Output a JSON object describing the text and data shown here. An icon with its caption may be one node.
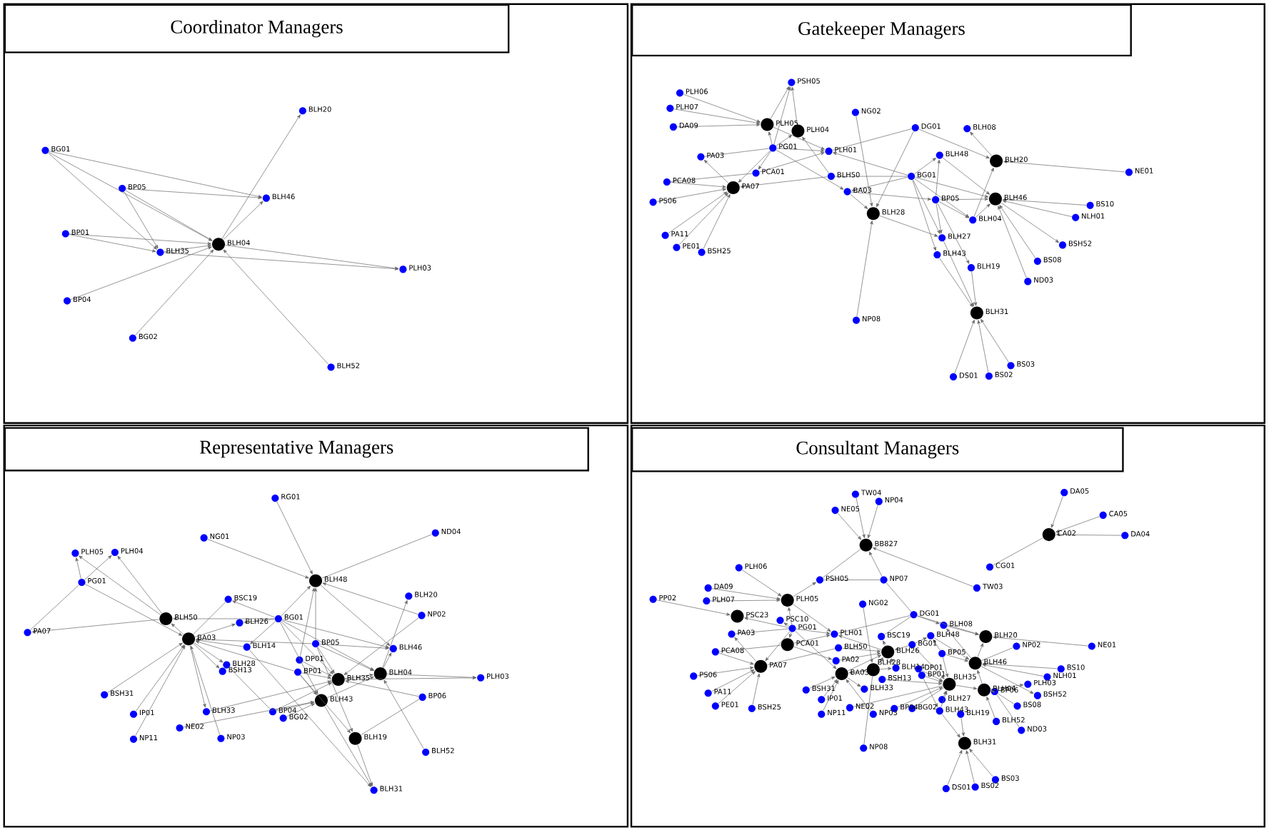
{
  "diagram": {
    "nodes": [
      {
        "text": [
          "Coordinator Managers"
        ]
      },
      {
        "text": [],
        "shape": "circle",
        "beside": [
          "BG01"
        ],
        "in": 0
      },
      {
        "text": [],
        "shape": "circle",
        "beside": [
          "BP05"
        ],
        "in": 0
      },
      {
        "text": [],
        "shape": "circle",
        "beside": [
          "BP01"
        ],
        "in": 0
      },
      {
        "text": [],
        "shape": "circle",
        "beside": [
          "BLH35"
        ],
        "in": 0
      },
      {
        "text": [],
        "shape": "circle",
        "beside": [
          "BLH04"
        ],
        "in": 0
      },
      {
        "text": [],
        "shape": "circle",
        "beside": [
          "BLH20"
        ],
        "in": 0
      },
      {
        "text": [],
        "shape": "circle",
        "beside": [
          "BLH46"
        ],
        "in": 0
      },
      {
        "text": [],
        "shape": "circle",
        "beside": [
          "PLH03"
        ],
        "in": 0
      },
      {
        "text": [],
        "shape": "circle",
        "beside": [
          "BP04"
        ],
        "in": 0
      },
      {
        "text": [],
        "shape": "circle",
        "beside": [
          "BG02"
        ],
        "in": 0
      },
      {
        "text": [],
        "shape": "circle",
        "beside": [
          "BLH52"
        ],
        "in": 0
      },
      {
        "text": [
          "Gatekeeper Managers"
        ]
      },
      {
        "text": [],
        "shape": "circle",
        "beside": [
          "PSH05"
        ],
        "in": 12
      },
      {
        "text": [],
        "shape": "circle",
        "beside": [
          "PLH06"
        ],
        "in": 12
      },
      {
        "text": [],
        "shape": "circle",
        "beside": [
          "PLH07"
        ],
        "in": 12
      },
      {
        "text": [],
        "shape": "circle",
        "beside": [
          "DA09"
        ],
        "in": 12
      },
      {
        "text": [],
        "shape": "circle",
        "beside": [
          "PLH05"
        ],
        "in": 12
      },
      {
        "text": [],
        "shape": "circle",
        "beside": [
          "PLH04"
        ],
        "in": 12
      },
      {
        "text": [],
        "shape": "circle",
        "beside": [
          "PG01"
        ],
        "in": 12
      },
      {
        "text": [],
        "shape": "circle",
        "beside": [
          "PLH01"
        ],
        "in": 12
      },
      {
        "text": [],
        "shape": "circle",
        "beside": [
          "PA03"
        ],
        "in": 12
      },
      {
        "text": [],
        "shape": "circle",
        "beside": [
          "PCA01"
        ],
        "in": 12
      },
      {
        "text": [],
        "shape": "circle",
        "beside": [
          "PCA08"
        ],
        "in": 12
      },
      {
        "text": [],
        "shape": "circle",
        "beside": [
          "PA07"
        ],
        "in": 12
      },
      {
        "text": [],
        "shape": "circle",
        "beside": [
          "PS06"
        ],
        "in": 12
      },
      {
        "text": [],
        "shape": "circle",
        "beside": [
          "PA11"
        ],
        "in": 12
      },
      {
        "text": [],
        "shape": "circle",
        "beside": [
          "PE01"
        ],
        "in": 12
      },
      {
        "text": [],
        "shape": "circle",
        "beside": [
          "BSH25"
        ],
        "in": 12
      },
      {
        "text": [],
        "shape": "circle",
        "beside": [
          "NG02"
        ],
        "in": 12
      },
      {
        "text": [],
        "shape": "circle",
        "beside": [
          "DG01"
        ],
        "in": 12
      },
      {
        "text": [],
        "shape": "circle",
        "beside": [
          "BLH08"
        ],
        "in": 12
      },
      {
        "text": [],
        "shape": "circle",
        "beside": [
          "BLH20"
        ],
        "in": 12
      },
      {
        "text": [],
        "shape": "circle",
        "beside": [
          "NE01"
        ],
        "in": 12
      },
      {
        "text": [],
        "shape": "circle",
        "beside": [
          "BLH48"
        ],
        "in": 12
      },
      {
        "text": [],
        "shape": "circle",
        "beside": [
          "BLH50"
        ],
        "in": 12
      },
      {
        "text": [],
        "shape": "circle",
        "beside": [
          "BG01"
        ],
        "in": 12
      },
      {
        "text": [],
        "shape": "circle",
        "beside": [
          "BA03"
        ],
        "in": 12
      },
      {
        "text": [],
        "shape": "circle",
        "beside": [
          "BP05"
        ],
        "in": 12
      },
      {
        "text": [],
        "shape": "circle",
        "beside": [
          "BLH46"
        ],
        "in": 12
      },
      {
        "text": [],
        "shape": "circle",
        "beside": [
          "BLH04"
        ],
        "in": 12
      },
      {
        "text": [],
        "shape": "circle",
        "beside": [
          "BS10"
        ],
        "in": 12
      },
      {
        "text": [],
        "shape": "circle",
        "beside": [
          "NLH01"
        ],
        "in": 12
      },
      {
        "text": [],
        "shape": "circle",
        "beside": [
          "BLH28"
        ],
        "in": 12
      },
      {
        "text": [],
        "shape": "circle",
        "beside": [
          "BLH27"
        ],
        "in": 12
      },
      {
        "text": [],
        "shape": "circle",
        "beside": [
          "BSH52"
        ],
        "in": 12
      },
      {
        "text": [],
        "shape": "circle",
        "beside": [
          "BLH43"
        ],
        "in": 12
      },
      {
        "text": [],
        "shape": "circle",
        "beside": [
          "BLH19"
        ],
        "in": 12
      },
      {
        "text": [],
        "shape": "circle",
        "beside": [
          "BS08"
        ],
        "in": 12
      },
      {
        "text": [],
        "shape": "circle",
        "beside": [
          "ND03"
        ],
        "in": 12
      },
      {
        "text": [],
        "shape": "circle",
        "beside": [
          "NP08"
        ],
        "in": 12
      },
      {
        "text": [],
        "shape": "circle",
        "beside": [
          "BLH31"
        ],
        "in": 12
      },
      {
        "text": [],
        "shape": "circle",
        "beside": [
          "DS01"
        ],
        "in": 12
      },
      {
        "text": [],
        "shape": "circle",
        "beside": [
          "BS02"
        ],
        "in": 12
      },
      {
        "text": [],
        "shape": "circle",
        "beside": [
          "BS03"
        ],
        "in": 12
      },
      {
        "text": [
          "Representative Managers"
        ]
      },
      {
        "text": [],
        "shape": "circle",
        "beside": [
          "RG01"
        ],
        "in": 55
      },
      {
        "text": [],
        "shape": "circle",
        "beside": [
          "NG01"
        ],
        "in": 55
      },
      {
        "text": [],
        "shape": "circle",
        "beside": [
          "ND04"
        ],
        "in": 55
      },
      {
        "text": [],
        "shape": "circle",
        "beside": [
          "PLH05"
        ],
        "in": 55
      },
      {
        "text": [],
        "shape": "circle",
        "beside": [
          "PLH04"
        ],
        "in": 55
      },
      {
        "text": [],
        "shape": "circle",
        "beside": [
          "PG01"
        ],
        "in": 55
      },
      {
        "text": [],
        "shape": "circle",
        "beside": [
          "BLH48"
        ],
        "in": 55
      },
      {
        "text": [],
        "shape": "circle",
        "beside": [
          "BLH20"
        ],
        "in": 55
      },
      {
        "text": [],
        "shape": "circle",
        "beside": [
          "BSC19"
        ],
        "in": 55
      },
      {
        "text": [],
        "shape": "circle",
        "beside": [
          "NP02"
        ],
        "in": 55
      },
      {
        "text": [],
        "shape": "circle",
        "beside": [
          "BLH50"
        ],
        "in": 55
      },
      {
        "text": [],
        "shape": "circle",
        "beside": [
          "PA07"
        ],
        "in": 55
      },
      {
        "text": [],
        "shape": "circle",
        "beside": [
          "BLH26"
        ],
        "in": 55
      },
      {
        "text": [],
        "shape": "circle",
        "beside": [
          "BG01"
        ],
        "in": 55
      },
      {
        "text": [],
        "shape": "circle",
        "beside": [
          "BA03"
        ],
        "in": 55
      },
      {
        "text": [],
        "shape": "circle",
        "beside": [
          "BLH14"
        ],
        "in": 55
      },
      {
        "text": [],
        "shape": "circle",
        "beside": [
          "BP05"
        ],
        "in": 55
      },
      {
        "text": [],
        "shape": "circle",
        "beside": [
          "BLH46"
        ],
        "in": 55
      },
      {
        "text": [],
        "shape": "circle",
        "beside": [
          "DP01"
        ],
        "in": 55
      },
      {
        "text": [],
        "shape": "circle",
        "beside": [
          "BLH28"
        ],
        "in": 55
      },
      {
        "text": [],
        "shape": "circle",
        "beside": [
          "BSH13"
        ],
        "in": 55
      },
      {
        "text": [],
        "shape": "circle",
        "beside": [
          "BP01"
        ],
        "in": 55
      },
      {
        "text": [],
        "shape": "circle",
        "beside": [
          "BLH35"
        ],
        "in": 55
      },
      {
        "text": [],
        "shape": "circle",
        "beside": [
          "BLH04"
        ],
        "in": 55
      },
      {
        "text": [],
        "shape": "circle",
        "beside": [
          "PLH03"
        ],
        "in": 55
      },
      {
        "text": [],
        "shape": "circle",
        "beside": [
          "BLH43"
        ],
        "in": 55
      },
      {
        "text": [],
        "shape": "circle",
        "beside": [
          "BP06"
        ],
        "in": 55
      },
      {
        "text": [],
        "shape": "circle",
        "beside": [
          "BSH31"
        ],
        "in": 55
      },
      {
        "text": [],
        "shape": "circle",
        "beside": [
          "BLH33"
        ],
        "in": 55
      },
      {
        "text": [],
        "shape": "circle",
        "beside": [
          "IP01"
        ],
        "in": 55
      },
      {
        "text": [],
        "shape": "circle",
        "beside": [
          "BP04"
        ],
        "in": 55
      },
      {
        "text": [],
        "shape": "circle",
        "beside": [
          "BG02"
        ],
        "in": 55
      },
      {
        "text": [],
        "shape": "circle",
        "beside": [
          "NE02"
        ],
        "in": 55
      },
      {
        "text": [],
        "shape": "circle",
        "beside": [
          "NP03"
        ],
        "in": 55
      },
      {
        "text": [],
        "shape": "circle",
        "beside": [
          "NP11"
        ],
        "in": 55
      },
      {
        "text": [],
        "shape": "circle",
        "beside": [
          "BLH19"
        ],
        "in": 55
      },
      {
        "text": [],
        "shape": "circle",
        "beside": [
          "BLH52"
        ],
        "in": 55
      },
      {
        "text": [],
        "shape": "circle",
        "beside": [
          "BLH31"
        ],
        "in": 55
      },
      {
        "text": [
          "Consultant Managers"
        ]
      },
      {
        "text": [],
        "shape": "circle",
        "beside": [
          "TW04"
        ],
        "in": 94
      },
      {
        "text": [],
        "shape": "circle",
        "beside": [
          "NP04"
        ],
        "in": 94
      },
      {
        "text": [],
        "shape": "circle",
        "beside": [
          "NE05"
        ],
        "in": 94
      },
      {
        "text": [],
        "shape": "circle",
        "beside": [
          "BB827"
        ],
        "in": 94
      },
      {
        "text": [],
        "shape": "circle",
        "beside": [
          "DA05"
        ],
        "in": 94
      },
      {
        "text": [],
        "shape": "circle",
        "beside": [
          "CA05"
        ],
        "in": 94
      },
      {
        "text": [],
        "shape": "circle",
        "beside": [
          "CA02"
        ],
        "in": 94
      },
      {
        "text": [],
        "shape": "circle",
        "beside": [
          "DA04"
        ],
        "in": 94
      },
      {
        "text": [],
        "shape": "circle",
        "beside": [
          "CG01"
        ],
        "in": 94
      },
      {
        "text": [],
        "shape": "circle",
        "beside": [
          "TW03"
        ],
        "in": 94
      },
      {
        "text": [],
        "shape": "circle",
        "beside": [
          "PLH06"
        ],
        "in": 94
      },
      {
        "text": [],
        "shape": "circle",
        "beside": [
          "PSH05"
        ],
        "in": 94
      },
      {
        "text": [],
        "shape": "circle",
        "beside": [
          "NP07"
        ],
        "in": 94
      },
      {
        "text": [],
        "shape": "circle",
        "beside": [
          "DA09"
        ],
        "in": 94
      },
      {
        "text": [],
        "shape": "circle",
        "beside": [
          "PP02"
        ],
        "in": 94
      },
      {
        "text": [],
        "shape": "circle",
        "beside": [
          "PLH07"
        ],
        "in": 94
      },
      {
        "text": [],
        "shape": "circle",
        "beside": [
          "PLH05"
        ],
        "in": 94
      },
      {
        "text": [],
        "shape": "circle",
        "beside": [
          "NG02"
        ],
        "in": 94
      },
      {
        "text": [],
        "shape": "circle",
        "beside": [
          "PSC23"
        ],
        "in": 94
      },
      {
        "text": [],
        "shape": "circle",
        "beside": [
          "PSC10"
        ],
        "in": 94
      },
      {
        "text": [],
        "shape": "circle",
        "beside": [
          "DG01"
        ],
        "in": 94
      },
      {
        "text": [],
        "shape": "circle",
        "beside": [
          "PG01"
        ],
        "in": 94
      },
      {
        "text": [],
        "shape": "circle",
        "beside": [
          "PA03"
        ],
        "in": 94
      },
      {
        "text": [],
        "shape": "circle",
        "beside": [
          "PLH01"
        ],
        "in": 94
      },
      {
        "text": [],
        "shape": "circle",
        "beside": [
          "BLH08"
        ],
        "in": 94
      },
      {
        "text": [],
        "shape": "circle",
        "beside": [
          "BLH20"
        ],
        "in": 94
      },
      {
        "text": [],
        "shape": "circle",
        "beside": [
          "NE01"
        ],
        "in": 94
      },
      {
        "text": [],
        "shape": "circle",
        "beside": [
          "NP02"
        ],
        "in": 94
      },
      {
        "text": [],
        "shape": "circle",
        "beside": [
          "PCA01"
        ],
        "in": 94
      },
      {
        "text": [],
        "shape": "circle",
        "beside": [
          "BSC19"
        ],
        "in": 94
      },
      {
        "text": [],
        "shape": "circle",
        "beside": [
          "BLH48"
        ],
        "in": 94
      },
      {
        "text": [],
        "shape": "circle",
        "beside": [
          "PCA08"
        ],
        "in": 94
      },
      {
        "text": [],
        "shape": "circle",
        "beside": [
          "BLH50"
        ],
        "in": 94
      },
      {
        "text": [],
        "shape": "circle",
        "beside": [
          "BLH26"
        ],
        "in": 94
      },
      {
        "text": [],
        "shape": "circle",
        "beside": [
          "BG01"
        ],
        "in": 94
      },
      {
        "text": [],
        "shape": "circle",
        "beside": [
          "BP05"
        ],
        "in": 94
      },
      {
        "text": [],
        "shape": "circle",
        "beside": [
          "BLH46"
        ],
        "in": 94
      },
      {
        "text": [],
        "shape": "circle",
        "beside": [
          "PA02"
        ],
        "in": 94
      },
      {
        "text": [],
        "shape": "circle",
        "beside": [
          "PA07"
        ],
        "in": 94
      },
      {
        "text": [],
        "shape": "circle",
        "beside": [
          "BA03"
        ],
        "in": 94
      },
      {
        "text": [],
        "shape": "circle",
        "beside": [
          "BLH28"
        ],
        "in": 94
      },
      {
        "text": [],
        "shape": "circle",
        "beside": [
          "BLH14"
        ],
        "in": 94
      },
      {
        "text": [],
        "shape": "circle",
        "beside": [
          "DP01"
        ],
        "in": 94
      },
      {
        "text": [],
        "shape": "circle",
        "beside": [
          "BSH13"
        ],
        "in": 94
      },
      {
        "text": [],
        "shape": "circle",
        "beside": [
          "BP01"
        ],
        "in": 94
      },
      {
        "text": [],
        "shape": "circle",
        "beside": [
          "BLH35"
        ],
        "in": 94
      },
      {
        "text": [],
        "shape": "circle",
        "beside": [
          "BLH04"
        ],
        "in": 94
      },
      {
        "text": [],
        "shape": "circle",
        "beside": [
          "BS10"
        ],
        "in": 94
      },
      {
        "text": [],
        "shape": "circle",
        "beside": [
          "NLH01"
        ],
        "in": 94
      },
      {
        "text": [],
        "shape": "circle",
        "beside": [
          "PLH03"
        ],
        "in": 94
      },
      {
        "text": [],
        "shape": "circle",
        "beside": [
          "PS06"
        ],
        "in": 94
      },
      {
        "text": [],
        "shape": "circle",
        "beside": [
          "BSH31"
        ],
        "in": 94
      },
      {
        "text": [],
        "shape": "circle",
        "beside": [
          "BLH33"
        ],
        "in": 94
      },
      {
        "text": [],
        "shape": "circle",
        "beside": [
          "BLH27"
        ],
        "in": 94
      },
      {
        "text": [],
        "shape": "circle",
        "beside": [
          "BP06"
        ],
        "in": 94
      },
      {
        "text": [],
        "shape": "circle",
        "beside": [
          "BSH52"
        ],
        "in": 94
      },
      {
        "text": [],
        "shape": "circle",
        "beside": [
          "BP04"
        ],
        "in": 94
      },
      {
        "text": [],
        "shape": "circle",
        "beside": [
          "IP01"
        ],
        "in": 94
      },
      {
        "text": [],
        "shape": "circle",
        "beside": [
          "PA11"
        ],
        "in": 94
      },
      {
        "text": [],
        "shape": "circle",
        "beside": [
          "BS08"
        ],
        "in": 94
      },
      {
        "text": [],
        "shape": "circle",
        "beside": [
          "NE02"
        ],
        "in": 94
      },
      {
        "text": [],
        "shape": "circle",
        "beside": [
          "BG02"
        ],
        "in": 94
      },
      {
        "text": [],
        "shape": "circle",
        "beside": [
          "NP03"
        ],
        "in": 94
      },
      {
        "text": [],
        "shape": "circle",
        "beside": [
          "BLH43"
        ],
        "in": 94
      },
      {
        "text": [],
        "shape": "circle",
        "beside": [
          "BLH19"
        ],
        "in": 94
      },
      {
        "text": [],
        "shape": "circle",
        "beside": [
          "PE01"
        ],
        "in": 94
      },
      {
        "text": [],
        "shape": "circle",
        "beside": [
          "BSH25"
        ],
        "in": 94
      },
      {
        "text": [],
        "shape": "circle",
        "beside": [
          "NP11"
        ],
        "in": 94
      },
      {
        "text": [],
        "shape": "circle",
        "beside": [
          "BLH52"
        ],
        "in": 94
      },
      {
        "text": [],
        "shape": "circle",
        "beside": [
          "ND03"
        ],
        "in": 94
      },
      {
        "text": [],
        "shape": "circle",
        "beside": [
          "BLH31"
        ],
        "in": 94
      },
      {
        "text": [],
        "shape": "circle",
        "beside": [
          "NP08"
        ],
        "in": 94
      },
      {
        "text": [],
        "shape": "circle",
        "beside": [
          "DS01"
        ],
        "in": 94
      },
      {
        "text": [],
        "shape": "circle",
        "beside": [
          "BS02"
        ],
        "in": 94
      },
      {
        "text": [],
        "shape": "circle",
        "beside": [
          "BS03"
        ],
        "in": 94
      }
    ],
    "edges": [
      {
        "from": 1,
        "to": 7,
        "arrow": "to"
      },
      {
        "from": 1,
        "to": 4,
        "arrow": "to"
      },
      {
        "from": 1,
        "to": 5,
        "arrow": "to"
      },
      {
        "from": 2,
        "to": 7,
        "arrow": "to"
      },
      {
        "from": 2,
        "to": 4,
        "arrow": "to"
      },
      {
        "from": 2,
        "to": 5,
        "arrow": "to"
      },
      {
        "from": 3,
        "to": 4,
        "arrow": "to"
      },
      {
        "from": 3,
        "to": 5,
        "arrow": "to"
      },
      {
        "from": 4,
        "to": 5,
        "arrow": "to"
      },
      {
        "from": 4,
        "to": 8,
        "arrow": "to"
      },
      {
        "from": 5,
        "to": 8,
        "arrow": "to"
      },
      {
        "from": 5,
        "to": 6,
        "arrow": "to"
      },
      {
        "from": 5,
        "to": 7,
        "arrow": "to"
      },
      {
        "from": 9,
        "to": 5,
        "arrow": "to"
      },
      {
        "from": 10,
        "to": 5,
        "arrow": "to"
      },
      {
        "from": 11,
        "to": 5,
        "arrow": "to"
      },
      {
        "from": 14,
        "to": 17,
        "arrow": "to"
      },
      {
        "from": 15,
        "to": 17,
        "arrow": "to"
      },
      {
        "from": 16,
        "to": 17,
        "arrow": "to"
      },
      {
        "from": 19,
        "to": 17,
        "arrow": "to"
      },
      {
        "from": 19,
        "to": 18,
        "arrow": "to"
      },
      {
        "from": 19,
        "to": 13,
        "arrow": "to"
      },
      {
        "from": 17,
        "to": 13,
        "arrow": "to"
      },
      {
        "from": 18,
        "to": 13,
        "arrow": "to"
      },
      {
        "from": 24,
        "to": 21,
        "arrow": "to"
      },
      {
        "from": 21,
        "to": 19,
        "arrow": "none"
      },
      {
        "from": 19,
        "to": 22,
        "arrow": "to"
      },
      {
        "from": 19,
        "to": 24,
        "arrow": "to"
      },
      {
        "from": 22,
        "to": 20,
        "arrow": "to"
      },
      {
        "from": 19,
        "to": 20,
        "arrow": "to"
      },
      {
        "from": 17,
        "to": 20,
        "arrow": "to"
      },
      {
        "from": 19,
        "to": 37,
        "arrow": "to"
      },
      {
        "from": 35,
        "to": 18,
        "arrow": "to"
      },
      {
        "from": 23,
        "to": 24,
        "arrow": "to"
      },
      {
        "from": 23,
        "to": 22,
        "arrow": "none"
      },
      {
        "from": 25,
        "to": 24,
        "arrow": "to"
      },
      {
        "from": 26,
        "to": 24,
        "arrow": "to"
      },
      {
        "from": 27,
        "to": 24,
        "arrow": "to"
      },
      {
        "from": 28,
        "to": 24,
        "arrow": "to"
      },
      {
        "from": 35,
        "to": 24,
        "arrow": "to"
      },
      {
        "from": 36,
        "to": 35,
        "arrow": "none"
      },
      {
        "from": 36,
        "to": 20,
        "arrow": "to"
      },
      {
        "from": 36,
        "to": 34,
        "arrow": "to"
      },
      {
        "from": 36,
        "to": 39,
        "arrow": "to"
      },
      {
        "from": 36,
        "to": 44,
        "arrow": "to"
      },
      {
        "from": 36,
        "to": 46,
        "arrow": "to"
      },
      {
        "from": 36,
        "to": 37,
        "arrow": "to"
      },
      {
        "from": 36,
        "to": 40,
        "arrow": "to"
      },
      {
        "from": 30,
        "to": 20,
        "arrow": "none"
      },
      {
        "from": 30,
        "to": 43,
        "arrow": "to"
      },
      {
        "from": 30,
        "to": 32,
        "arrow": "to"
      },
      {
        "from": 29,
        "to": 43,
        "arrow": "to"
      },
      {
        "from": 50,
        "to": 43,
        "arrow": "to"
      },
      {
        "from": 37,
        "to": 43,
        "arrow": "to"
      },
      {
        "from": 43,
        "to": 44,
        "arrow": "to"
      },
      {
        "from": 37,
        "to": 38,
        "arrow": "to"
      },
      {
        "from": 38,
        "to": 34,
        "arrow": "to"
      },
      {
        "from": 38,
        "to": 39,
        "arrow": "to"
      },
      {
        "from": 38,
        "to": 44,
        "arrow": "to"
      },
      {
        "from": 38,
        "to": 47,
        "arrow": "to"
      },
      {
        "from": 38,
        "to": 40,
        "arrow": "to"
      },
      {
        "from": 34,
        "to": 39,
        "arrow": "to"
      },
      {
        "from": 32,
        "to": 31,
        "arrow": "to"
      },
      {
        "from": 40,
        "to": 32,
        "arrow": "to"
      },
      {
        "from": 33,
        "to": 32,
        "arrow": "to"
      },
      {
        "from": 40,
        "to": 39,
        "arrow": "to"
      },
      {
        "from": 41,
        "to": 39,
        "arrow": "to"
      },
      {
        "from": 42,
        "to": 39,
        "arrow": "to"
      },
      {
        "from": 39,
        "to": 45,
        "arrow": "to"
      },
      {
        "from": 48,
        "to": 39,
        "arrow": "to"
      },
      {
        "from": 49,
        "to": 39,
        "arrow": "to"
      },
      {
        "from": 46,
        "to": 51,
        "arrow": "to"
      },
      {
        "from": 44,
        "to": 51,
        "arrow": "to"
      },
      {
        "from": 47,
        "to": 51,
        "arrow": "to"
      },
      {
        "from": 52,
        "to": 51,
        "arrow": "to"
      },
      {
        "from": 53,
        "to": 51,
        "arrow": "to"
      },
      {
        "from": 54,
        "to": 51,
        "arrow": "to"
      },
      {
        "from": 61,
        "to": 59,
        "arrow": "to"
      },
      {
        "from": 61,
        "to": 60,
        "arrow": "to"
      },
      {
        "from": 61,
        "to": 67,
        "arrow": "none"
      },
      {
        "from": 61,
        "to": 70,
        "arrow": "to"
      },
      {
        "from": 66,
        "to": 67,
        "arrow": "to"
      },
      {
        "from": 66,
        "to": 59,
        "arrow": "to"
      },
      {
        "from": 66,
        "to": 60,
        "arrow": "to"
      },
      {
        "from": 70,
        "to": 66,
        "arrow": "to"
      },
      {
        "from": 69,
        "to": 66,
        "arrow": "to"
      },
      {
        "from": 70,
        "to": 68,
        "arrow": "to"
      },
      {
        "from": 69,
        "to": 64,
        "arrow": "to"
      },
      {
        "from": 64,
        "to": 70,
        "arrow": "none"
      },
      {
        "from": 69,
        "to": 68,
        "arrow": "to"
      },
      {
        "from": 69,
        "to": 71,
        "arrow": "to"
      },
      {
        "from": 69,
        "to": 62,
        "arrow": "to"
      },
      {
        "from": 69,
        "to": 73,
        "arrow": "to"
      },
      {
        "from": 69,
        "to": 78,
        "arrow": "to"
      },
      {
        "from": 69,
        "to": 79,
        "arrow": "to"
      },
      {
        "from": 69,
        "to": 81,
        "arrow": "to"
      },
      {
        "from": 56,
        "to": 62,
        "arrow": "to"
      },
      {
        "from": 57,
        "to": 62,
        "arrow": "to"
      },
      {
        "from": 58,
        "to": 62,
        "arrow": "none"
      },
      {
        "from": 65,
        "to": 62,
        "arrow": "to"
      },
      {
        "from": 62,
        "to": 73,
        "arrow": "to"
      },
      {
        "from": 72,
        "to": 62,
        "arrow": "to"
      },
      {
        "from": 74,
        "to": 62,
        "arrow": "to"
      },
      {
        "from": 72,
        "to": 70,
        "arrow": "to"
      },
      {
        "from": 72,
        "to": 73,
        "arrow": "to"
      },
      {
        "from": 72,
        "to": 78,
        "arrow": "to"
      },
      {
        "from": 72,
        "to": 79,
        "arrow": "to"
      },
      {
        "from": 72,
        "to": 91,
        "arrow": "to"
      },
      {
        "from": 71,
        "to": 70,
        "arrow": "to"
      },
      {
        "from": 70,
        "to": 75,
        "arrow": "to"
      },
      {
        "from": 70,
        "to": 76,
        "arrow": "to"
      },
      {
        "from": 70,
        "to": 84,
        "arrow": "to"
      },
      {
        "from": 77,
        "to": 70,
        "arrow": "to"
      },
      {
        "from": 77,
        "to": 78,
        "arrow": "to"
      },
      {
        "from": 77,
        "to": 81,
        "arrow": "to"
      },
      {
        "from": 77,
        "to": 91,
        "arrow": "to"
      },
      {
        "from": 74,
        "to": 78,
        "arrow": "to"
      },
      {
        "from": 71,
        "to": 93,
        "arrow": "to"
      },
      {
        "from": 83,
        "to": 70,
        "arrow": "to"
      },
      {
        "from": 85,
        "to": 70,
        "arrow": "to"
      },
      {
        "from": 90,
        "to": 70,
        "arrow": "to"
      },
      {
        "from": 89,
        "to": 70,
        "arrow": "to"
      },
      {
        "from": 75,
        "to": 86,
        "arrow": "none"
      },
      {
        "from": 84,
        "to": 78,
        "arrow": "to"
      },
      {
        "from": 88,
        "to": 81,
        "arrow": "to"
      },
      {
        "from": 86,
        "to": 78,
        "arrow": "to"
      },
      {
        "from": 86,
        "to": 81,
        "arrow": "to"
      },
      {
        "from": 87,
        "to": 81,
        "arrow": "to"
      },
      {
        "from": 81,
        "to": 93,
        "arrow": "to"
      },
      {
        "from": 91,
        "to": 93,
        "arrow": "to"
      },
      {
        "from": 79,
        "to": 80,
        "arrow": "to"
      },
      {
        "from": 78,
        "to": 80,
        "arrow": "to"
      },
      {
        "from": 79,
        "to": 63,
        "arrow": "to"
      },
      {
        "from": 79,
        "to": 73,
        "arrow": "to"
      },
      {
        "from": 65,
        "to": 78,
        "arrow": "to"
      },
      {
        "from": 82,
        "to": 78,
        "arrow": "to"
      },
      {
        "from": 82,
        "to": 91,
        "arrow": "none"
      },
      {
        "from": 92,
        "to": 79,
        "arrow": "to"
      },
      {
        "from": 81,
        "to": 79,
        "arrow": "to"
      },
      {
        "from": 78,
        "to": 79,
        "arrow": "to"
      },
      {
        "from": 95,
        "to": 98,
        "arrow": "to"
      },
      {
        "from": 96,
        "to": 98,
        "arrow": "to"
      },
      {
        "from": 97,
        "to": 98,
        "arrow": "to"
      },
      {
        "from": 106,
        "to": 98,
        "arrow": "none"
      },
      {
        "from": 107,
        "to": 98,
        "arrow": "to"
      },
      {
        "from": 104,
        "to": 98,
        "arrow": "to"
      },
      {
        "from": 106,
        "to": 107,
        "arrow": "none"
      },
      {
        "from": 115,
        "to": 107,
        "arrow": "none"
      },
      {
        "from": 99,
        "to": 101,
        "arrow": "to"
      },
      {
        "from": 100,
        "to": 101,
        "arrow": "to"
      },
      {
        "from": 102,
        "to": 101,
        "arrow": "to"
      },
      {
        "from": 103,
        "to": 101,
        "arrow": "none"
      },
      {
        "from": 105,
        "to": 111,
        "arrow": "to"
      },
      {
        "from": 108,
        "to": 111,
        "arrow": "to"
      },
      {
        "from": 110,
        "to": 111,
        "arrow": "to"
      },
      {
        "from": 111,
        "to": 106,
        "arrow": "to"
      },
      {
        "from": 116,
        "to": 111,
        "arrow": "to"
      },
      {
        "from": 109,
        "to": 113,
        "arrow": "to"
      },
      {
        "from": 116,
        "to": 113,
        "arrow": "to"
      },
      {
        "from": 116,
        "to": 114,
        "arrow": "to"
      },
      {
        "from": 116,
        "to": 118,
        "arrow": "to"
      },
      {
        "from": 116,
        "to": 123,
        "arrow": "to"
      },
      {
        "from": 116,
        "to": 133,
        "arrow": "to"
      },
      {
        "from": 133,
        "to": 117,
        "arrow": "to"
      },
      {
        "from": 117,
        "to": 116,
        "arrow": "none"
      },
      {
        "from": 126,
        "to": 133,
        "arrow": "to"
      },
      {
        "from": 126,
        "to": 123,
        "arrow": "none"
      },
      {
        "from": 145,
        "to": 133,
        "arrow": "to"
      },
      {
        "from": 153,
        "to": 133,
        "arrow": "to"
      },
      {
        "from": 160,
        "to": 133,
        "arrow": "to"
      },
      {
        "from": 161,
        "to": 133,
        "arrow": "to"
      },
      {
        "from": 133,
        "to": 127,
        "arrow": "none"
      },
      {
        "from": 123,
        "to": 118,
        "arrow": "to"
      },
      {
        "from": 111,
        "to": 118,
        "arrow": "to"
      },
      {
        "from": 116,
        "to": 134,
        "arrow": "to"
      },
      {
        "from": 123,
        "to": 132,
        "arrow": "to"
      },
      {
        "from": 115,
        "to": 118,
        "arrow": "none"
      },
      {
        "from": 115,
        "to": 124,
        "arrow": "none"
      },
      {
        "from": 115,
        "to": 119,
        "arrow": "to"
      },
      {
        "from": 115,
        "to": 120,
        "arrow": "to"
      },
      {
        "from": 112,
        "to": 135,
        "arrow": "to"
      },
      {
        "from": 166,
        "to": 135,
        "arrow": "none"
      },
      {
        "from": 128,
        "to": 118,
        "arrow": "to"
      },
      {
        "from": 128,
        "to": 124,
        "arrow": "to"
      },
      {
        "from": 127,
        "to": 128,
        "arrow": "to"
      },
      {
        "from": 132,
        "to": 128,
        "arrow": "to"
      },
      {
        "from": 134,
        "to": 128,
        "arrow": "to"
      },
      {
        "from": 135,
        "to": 128,
        "arrow": "to"
      },
      {
        "from": 136,
        "to": 128,
        "arrow": "to"
      },
      {
        "from": 129,
        "to": 128,
        "arrow": "to"
      },
      {
        "from": 129,
        "to": 125,
        "arrow": "to"
      },
      {
        "from": 130,
        "to": 125,
        "arrow": "to"
      },
      {
        "from": 125,
        "to": 131,
        "arrow": "to"
      },
      {
        "from": 131,
        "to": 119,
        "arrow": "to"
      },
      {
        "from": 119,
        "to": 120,
        "arrow": "to"
      },
      {
        "from": 122,
        "to": 131,
        "arrow": "none"
      },
      {
        "from": 121,
        "to": 120,
        "arrow": "to"
      },
      {
        "from": 131,
        "to": 120,
        "arrow": "to"
      },
      {
        "from": 130,
        "to": 131,
        "arrow": "to"
      },
      {
        "from": 142,
        "to": 131,
        "arrow": "to"
      },
      {
        "from": 143,
        "to": 131,
        "arrow": "to"
      },
      {
        "from": 131,
        "to": 150,
        "arrow": "to"
      },
      {
        "from": 154,
        "to": 149,
        "arrow": "none"
      },
      {
        "from": 141,
        "to": 131,
        "arrow": "to"
      },
      {
        "from": 141,
        "to": 144,
        "arrow": "to"
      },
      {
        "from": 140,
        "to": 141,
        "arrow": "to"
      },
      {
        "from": 149,
        "to": 141,
        "arrow": "to"
      },
      {
        "from": 164,
        "to": 149,
        "arrow": "none"
      },
      {
        "from": 163,
        "to": 141,
        "arrow": "to"
      },
      {
        "from": 148,
        "to": 140,
        "arrow": "to"
      },
      {
        "from": 158,
        "to": 140,
        "arrow": "to"
      },
      {
        "from": 151,
        "to": 140,
        "arrow": "to"
      },
      {
        "from": 156,
        "to": 140,
        "arrow": "none"
      },
      {
        "from": 159,
        "to": 165,
        "arrow": "to"
      },
      {
        "from": 158,
        "to": 165,
        "arrow": "to"
      },
      {
        "from": 139,
        "to": 158,
        "arrow": "to"
      },
      {
        "from": 167,
        "to": 165,
        "arrow": "to"
      },
      {
        "from": 168,
        "to": 165,
        "arrow": "to"
      },
      {
        "from": 169,
        "to": 165,
        "arrow": "to"
      },
      {
        "from": 146,
        "to": 134,
        "arrow": "to"
      },
      {
        "from": 152,
        "to": 134,
        "arrow": "to"
      },
      {
        "from": 162,
        "to": 134,
        "arrow": "to"
      },
      {
        "from": 157,
        "to": 134,
        "arrow": "to"
      },
      {
        "from": 155,
        "to": 140,
        "arrow": "none"
      },
      {
        "from": 134,
        "to": 147,
        "arrow": "to"
      },
      {
        "from": 134,
        "to": 135,
        "arrow": "both"
      },
      {
        "from": 138,
        "to": 140,
        "arrow": "to"
      },
      {
        "from": 135,
        "to": 136,
        "arrow": "to"
      },
      {
        "from": 129,
        "to": 140,
        "arrow": "to"
      },
      {
        "from": 139,
        "to": 140,
        "arrow": "to"
      },
      {
        "from": 137,
        "to": 140,
        "arrow": "to"
      },
      {
        "from": 130,
        "to": 140,
        "arrow": "to"
      }
    ]
  }
}
